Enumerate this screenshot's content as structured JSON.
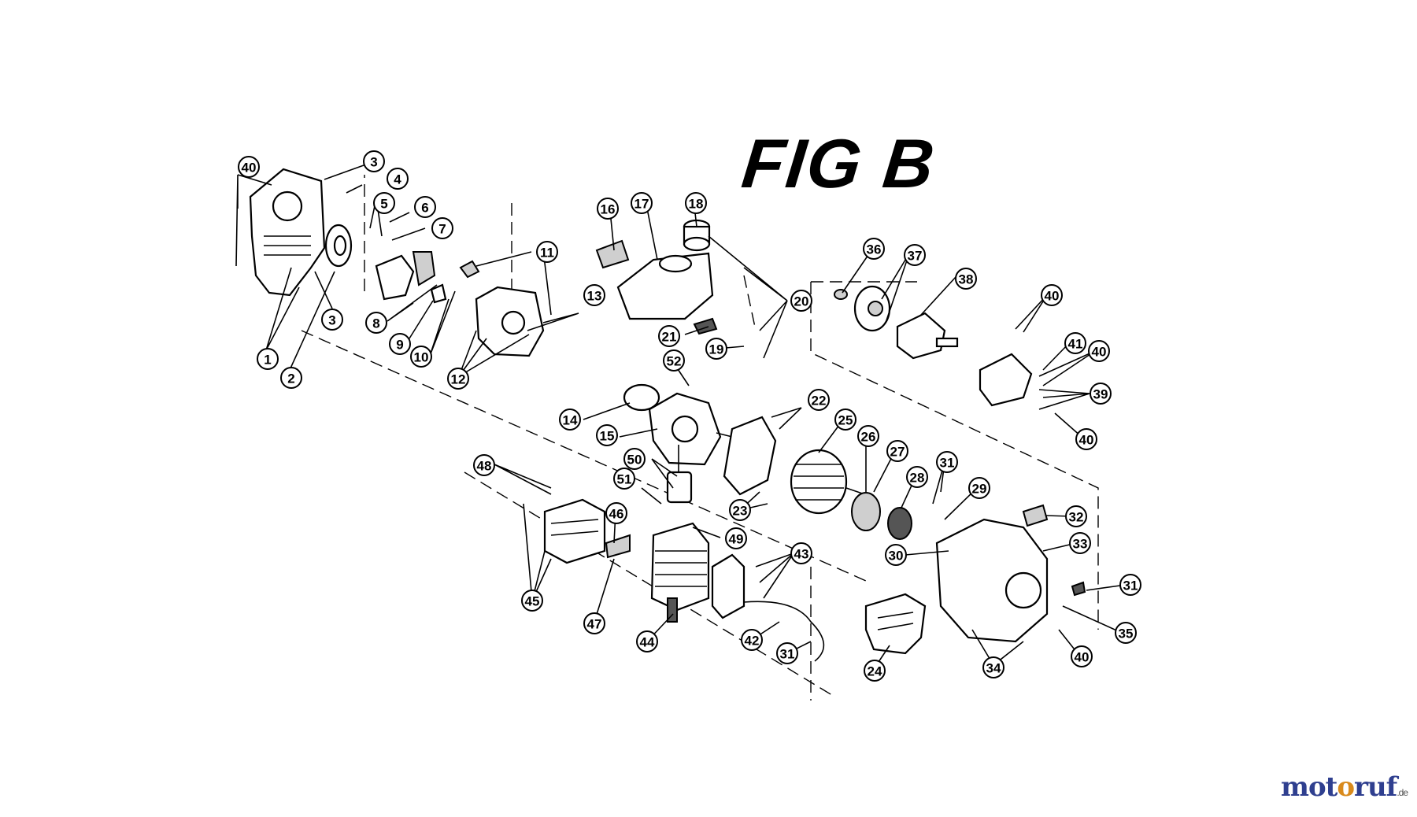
{
  "title": "FIG B",
  "watermark": {
    "part1": "mot",
    "part2": "o",
    "part3": "ruf",
    "suffix": ".de"
  },
  "callouts": [
    "40",
    "3",
    "4",
    "5",
    "6",
    "7",
    "1",
    "2",
    "3",
    "8",
    "9",
    "10",
    "11",
    "12",
    "13",
    "16",
    "17",
    "18",
    "20",
    "21",
    "19",
    "52",
    "14",
    "15",
    "36",
    "37",
    "38",
    "40",
    "41",
    "40",
    "39",
    "40",
    "22",
    "25",
    "26",
    "27",
    "28",
    "31",
    "29",
    "32",
    "33",
    "31",
    "35",
    "40",
    "34",
    "23",
    "30",
    "50",
    "51",
    "48",
    "46",
    "49",
    "45",
    "47",
    "44",
    "43",
    "42",
    "31",
    "24"
  ]
}
